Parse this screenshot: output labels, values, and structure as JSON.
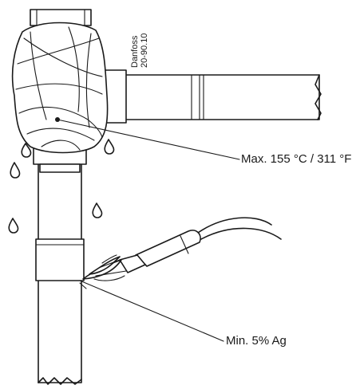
{
  "valve_marking": {
    "line1": "Danfoss",
    "line2": "20-90.10"
  },
  "callouts": {
    "max_temperature": "Max. 155 °C / 311 °F",
    "min_silver": "Min. 5% Ag"
  },
  "colors": {
    "ink": "#1a1a1a",
    "background": "#ffffff"
  }
}
